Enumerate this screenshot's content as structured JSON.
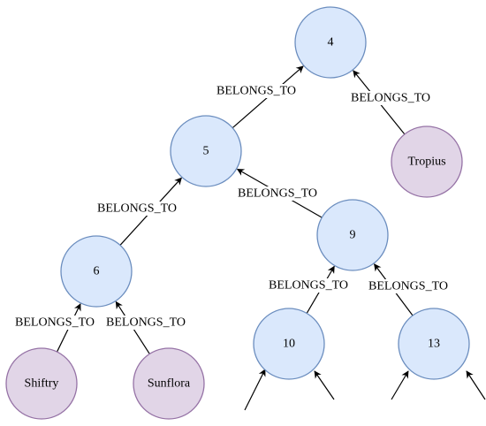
{
  "nodes": {
    "n4": {
      "label": "4",
      "kind": "category"
    },
    "n5": {
      "label": "5",
      "kind": "category"
    },
    "n6": {
      "label": "6",
      "kind": "category"
    },
    "n9": {
      "label": "9",
      "kind": "category"
    },
    "n10": {
      "label": "10",
      "kind": "category"
    },
    "n13": {
      "label": "13",
      "kind": "category"
    },
    "tropius": {
      "label": "Tropius",
      "kind": "species"
    },
    "shiftry": {
      "label": "Shiftry",
      "kind": "species"
    },
    "sunflora": {
      "label": "Sunflora",
      "kind": "species"
    }
  },
  "edges": [
    {
      "from": "n5",
      "to": "n4",
      "label": "BELONGS_TO"
    },
    {
      "from": "tropius",
      "to": "n4",
      "label": "BELONGS_TO"
    },
    {
      "from": "n6",
      "to": "n5",
      "label": "BELONGS_TO"
    },
    {
      "from": "n9",
      "to": "n5",
      "label": "BELONGS_TO"
    },
    {
      "from": "shiftry",
      "to": "n6",
      "label": "BELONGS_TO"
    },
    {
      "from": "sunflora",
      "to": "n6",
      "label": "BELONGS_TO"
    },
    {
      "from": "n10",
      "to": "n9",
      "label": "BELONGS_TO"
    },
    {
      "from": "n13",
      "to": "n9",
      "label": "BELONGS_TO"
    },
    {
      "from": "",
      "to": "n10",
      "label": ""
    },
    {
      "from": "",
      "to": "n10",
      "label": ""
    },
    {
      "from": "",
      "to": "n13",
      "label": ""
    },
    {
      "from": "",
      "to": "n13",
      "label": ""
    }
  ],
  "colors": {
    "category_fill": "#dae8fc",
    "category_stroke": "#6c8ebf",
    "species_fill": "#e1d5e7",
    "species_stroke": "#9673a6",
    "edge": "#000000"
  }
}
